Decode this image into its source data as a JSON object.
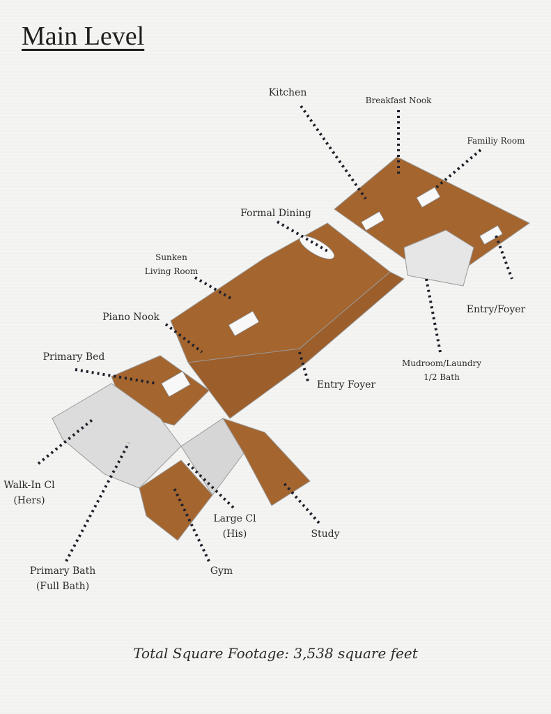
{
  "title": "Main Level",
  "labels": {
    "kitchen": "Kitchen",
    "breakfast_nook": "Breakfast Nook",
    "family_room": "Familiy Room",
    "formal_dining": "Formal Dining",
    "sunken_living_1": "Sunken",
    "sunken_living_2": "Living Room",
    "piano_nook": "Piano Nook",
    "entry_foyer_right": "Entry/Foyer",
    "primary_bed": "Primary Bed",
    "mudroom_1": "Mudroom/Laundry",
    "mudroom_2": "1/2 Bath",
    "entry_foyer": "Entry Foyer",
    "walkin_1": "Walk-In Cl",
    "walkin_2": "(Hers)",
    "large_cl_1": "Large Cl",
    "large_cl_2": "(His)",
    "study": "Study",
    "primary_bath_1": "Primary Bath",
    "primary_bath_2": "(Full Bath)",
    "gym": "Gym"
  },
  "total": "Total Square Footage: 3,538 square feet",
  "colors": {
    "floor": "#a4652f",
    "wall": "#ffffff",
    "leader": "#22222e"
  }
}
